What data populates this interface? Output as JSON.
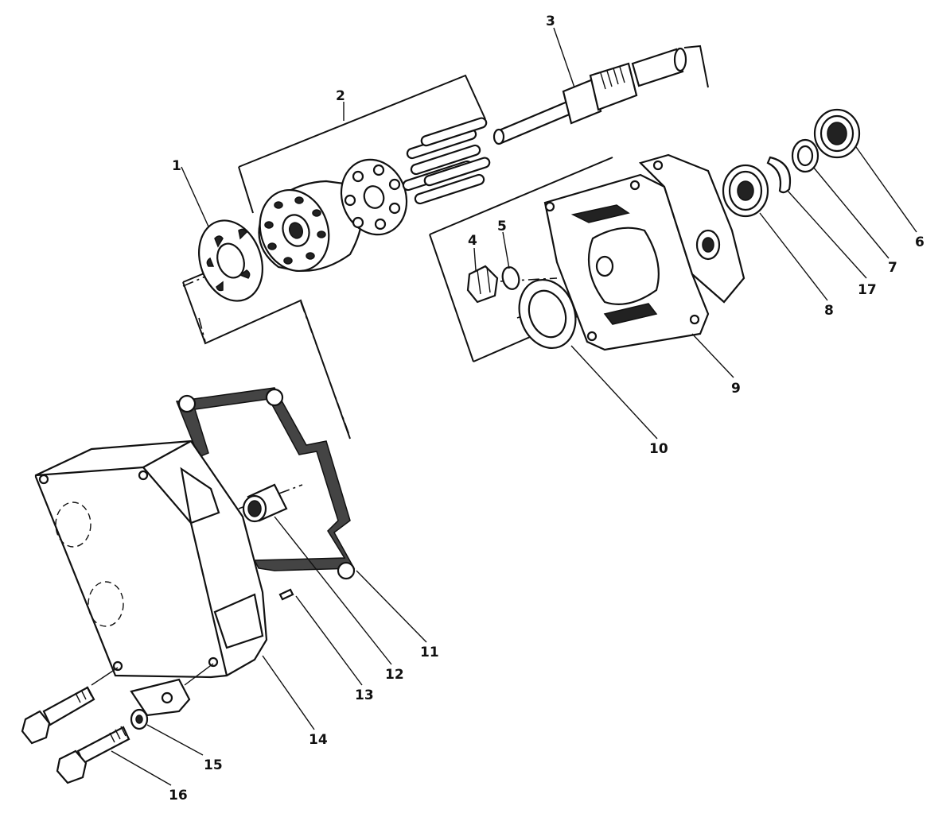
{
  "callouts": [
    {
      "label": "1"
    },
    {
      "label": "2"
    },
    {
      "label": "3"
    },
    {
      "label": "4"
    },
    {
      "label": "5"
    },
    {
      "label": "6"
    },
    {
      "label": "7"
    },
    {
      "label": "8"
    },
    {
      "label": "9"
    },
    {
      "label": "10"
    },
    {
      "label": "11"
    },
    {
      "label": "12"
    },
    {
      "label": "13"
    },
    {
      "label": "14"
    },
    {
      "label": "15"
    },
    {
      "label": "16"
    },
    {
      "label": "17"
    }
  ]
}
